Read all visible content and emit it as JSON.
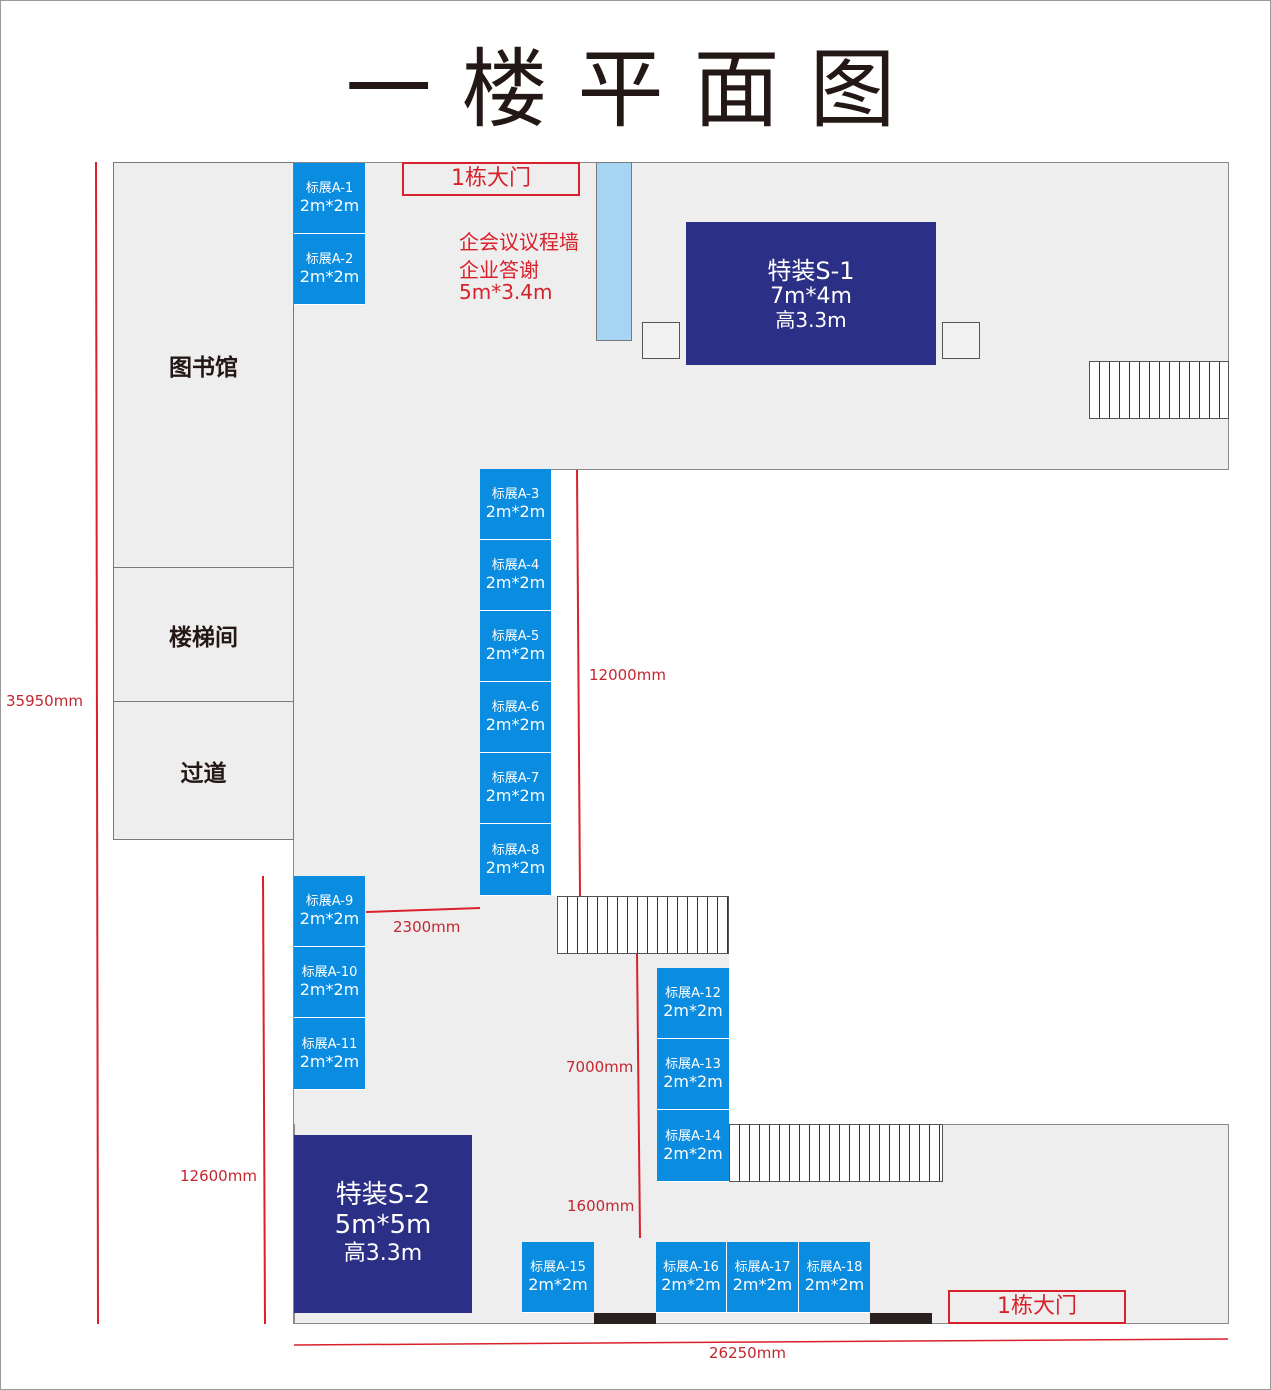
{
  "title": "一楼平面图",
  "rooms": {
    "library": "图书馆",
    "stairwell": "楼梯间",
    "corridor": "过道"
  },
  "gates": {
    "top": "1栋大门",
    "bottom": "1栋大门"
  },
  "agenda_wall": {
    "line1": "企会议议程墙",
    "line2": "企业答谢",
    "line3": "5m*3.4m"
  },
  "booths": [
    {
      "name": "标展A-1",
      "size": "2m*2m"
    },
    {
      "name": "标展A-2",
      "size": "2m*2m"
    },
    {
      "name": "标展A-3",
      "size": "2m*2m"
    },
    {
      "name": "标展A-4",
      "size": "2m*2m"
    },
    {
      "name": "标展A-5",
      "size": "2m*2m"
    },
    {
      "name": "标展A-6",
      "size": "2m*2m"
    },
    {
      "name": "标展A-7",
      "size": "2m*2m"
    },
    {
      "name": "标展A-8",
      "size": "2m*2m"
    },
    {
      "name": "标展A-9",
      "size": "2m*2m"
    },
    {
      "name": "标展A-10",
      "size": "2m*2m"
    },
    {
      "name": "标展A-11",
      "size": "2m*2m"
    },
    {
      "name": "标展A-12",
      "size": "2m*2m"
    },
    {
      "name": "标展A-13",
      "size": "2m*2m"
    },
    {
      "name": "标展A-14",
      "size": "2m*2m"
    },
    {
      "name": "标展A-15",
      "size": "2m*2m"
    },
    {
      "name": "标展A-16",
      "size": "2m*2m"
    },
    {
      "name": "标展A-17",
      "size": "2m*2m"
    },
    {
      "name": "标展A-18",
      "size": "2m*2m"
    }
  ],
  "specials": [
    {
      "name": "特装S-1",
      "size": "7m*4m",
      "height": "高3.3m"
    },
    {
      "name": "特装S-2",
      "size": "5m*5m",
      "height": "高3.3m"
    }
  ],
  "dimensions": {
    "total_height": "35950mm",
    "lower_height": "12600mm",
    "total_width": "26250mm",
    "corridor_length": "12000mm",
    "aisle_width": "2300mm",
    "lower_corridor": "7000mm",
    "bottom_gap": "1600mm"
  },
  "colors": {
    "booth": "#0a8de0",
    "special": "#2c2f86",
    "dimension": "#d8212b",
    "floor": "#eeeeef"
  }
}
